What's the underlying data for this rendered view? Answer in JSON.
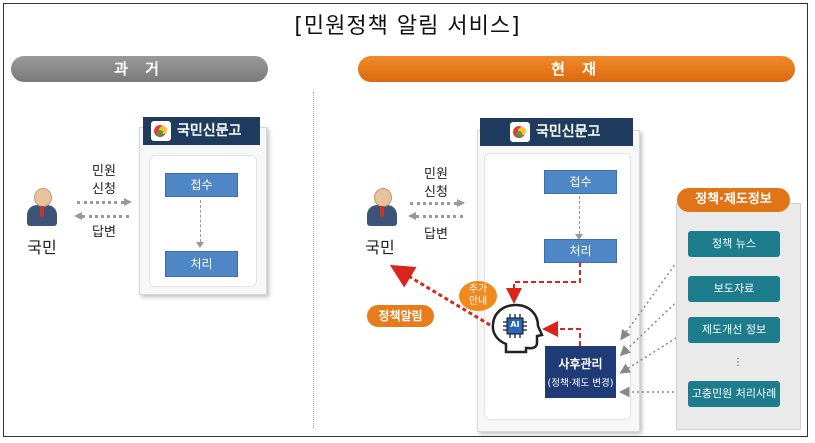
{
  "title": "[민원정책 알림 서비스]",
  "sections": {
    "past": "과 거",
    "present": "현 재"
  },
  "portal_name": "국민신문고",
  "past": {
    "steps": [
      "접수",
      "처리"
    ],
    "request_label_1": "민원",
    "request_label_2": "신청",
    "answer_label": "답변",
    "citizen": "국민"
  },
  "present": {
    "steps": [
      "접수",
      "처리"
    ],
    "request_label_1": "민원",
    "request_label_2": "신청",
    "answer_label": "답변",
    "citizen": "국민",
    "extra_guide_1": "추가",
    "extra_guide_2": "안내",
    "policy_notify": "정책알림",
    "ai_label": "AI",
    "after_care_1": "사후관리",
    "after_care_2": "(정책·제도 변경)"
  },
  "policy_info": {
    "title": "정책·제도정보",
    "items": [
      "정책 뉴스",
      "보도자료",
      "제도개선 정보",
      "고충민원 처리사례"
    ],
    "ellipsis": "⋮"
  },
  "colors": {
    "navy": "#1f3b5e",
    "step_blue": "#4f86c6",
    "orange": "#e07417",
    "teal": "#1d7d8c",
    "red": "#d9251d"
  }
}
